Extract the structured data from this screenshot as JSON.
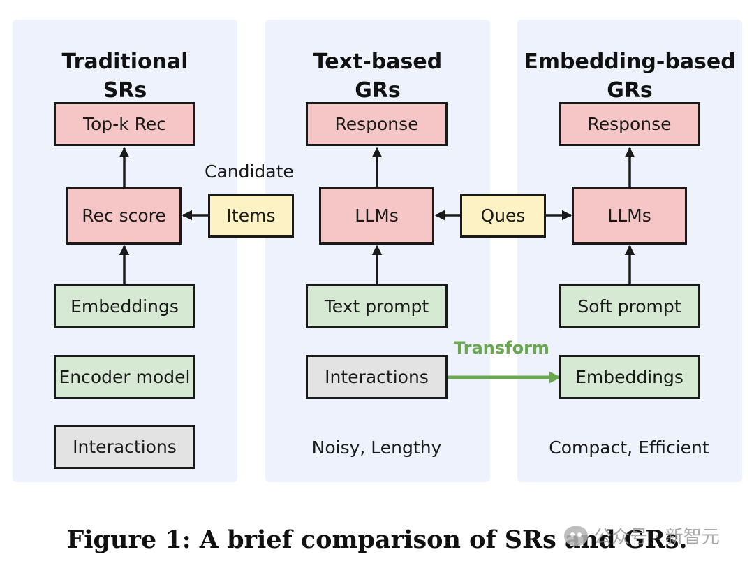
{
  "panels": [
    {
      "title": "Traditional\nSRs"
    },
    {
      "title": "Text-based\nGRs"
    },
    {
      "title": "Embedding-based\nGRs"
    }
  ],
  "traditional": {
    "topk": "Top-k Rec",
    "score": "Rec score",
    "embeddings": "Embeddings",
    "encoder": "Encoder model",
    "interactions": "Interactions"
  },
  "candidate": {
    "label": "Candidate",
    "items": "Items"
  },
  "text_based": {
    "response": "Response",
    "llms": "LLMs",
    "prompt": "Text prompt",
    "interactions": "Interactions",
    "note": "Noisy, Lengthy"
  },
  "ques": "Ques",
  "embedding_based": {
    "response": "Response",
    "llms": "LLMs",
    "prompt": "Soft prompt",
    "embeddings": "Embeddings",
    "note": "Compact, Efficient"
  },
  "transform": {
    "label": "Transform",
    "color": "#6aa84f"
  },
  "caption": "Figure 1: A brief comparison of SRs and GRs.",
  "watermark": {
    "icon": "wechat-icon",
    "text": "公众号 · 新智元"
  }
}
